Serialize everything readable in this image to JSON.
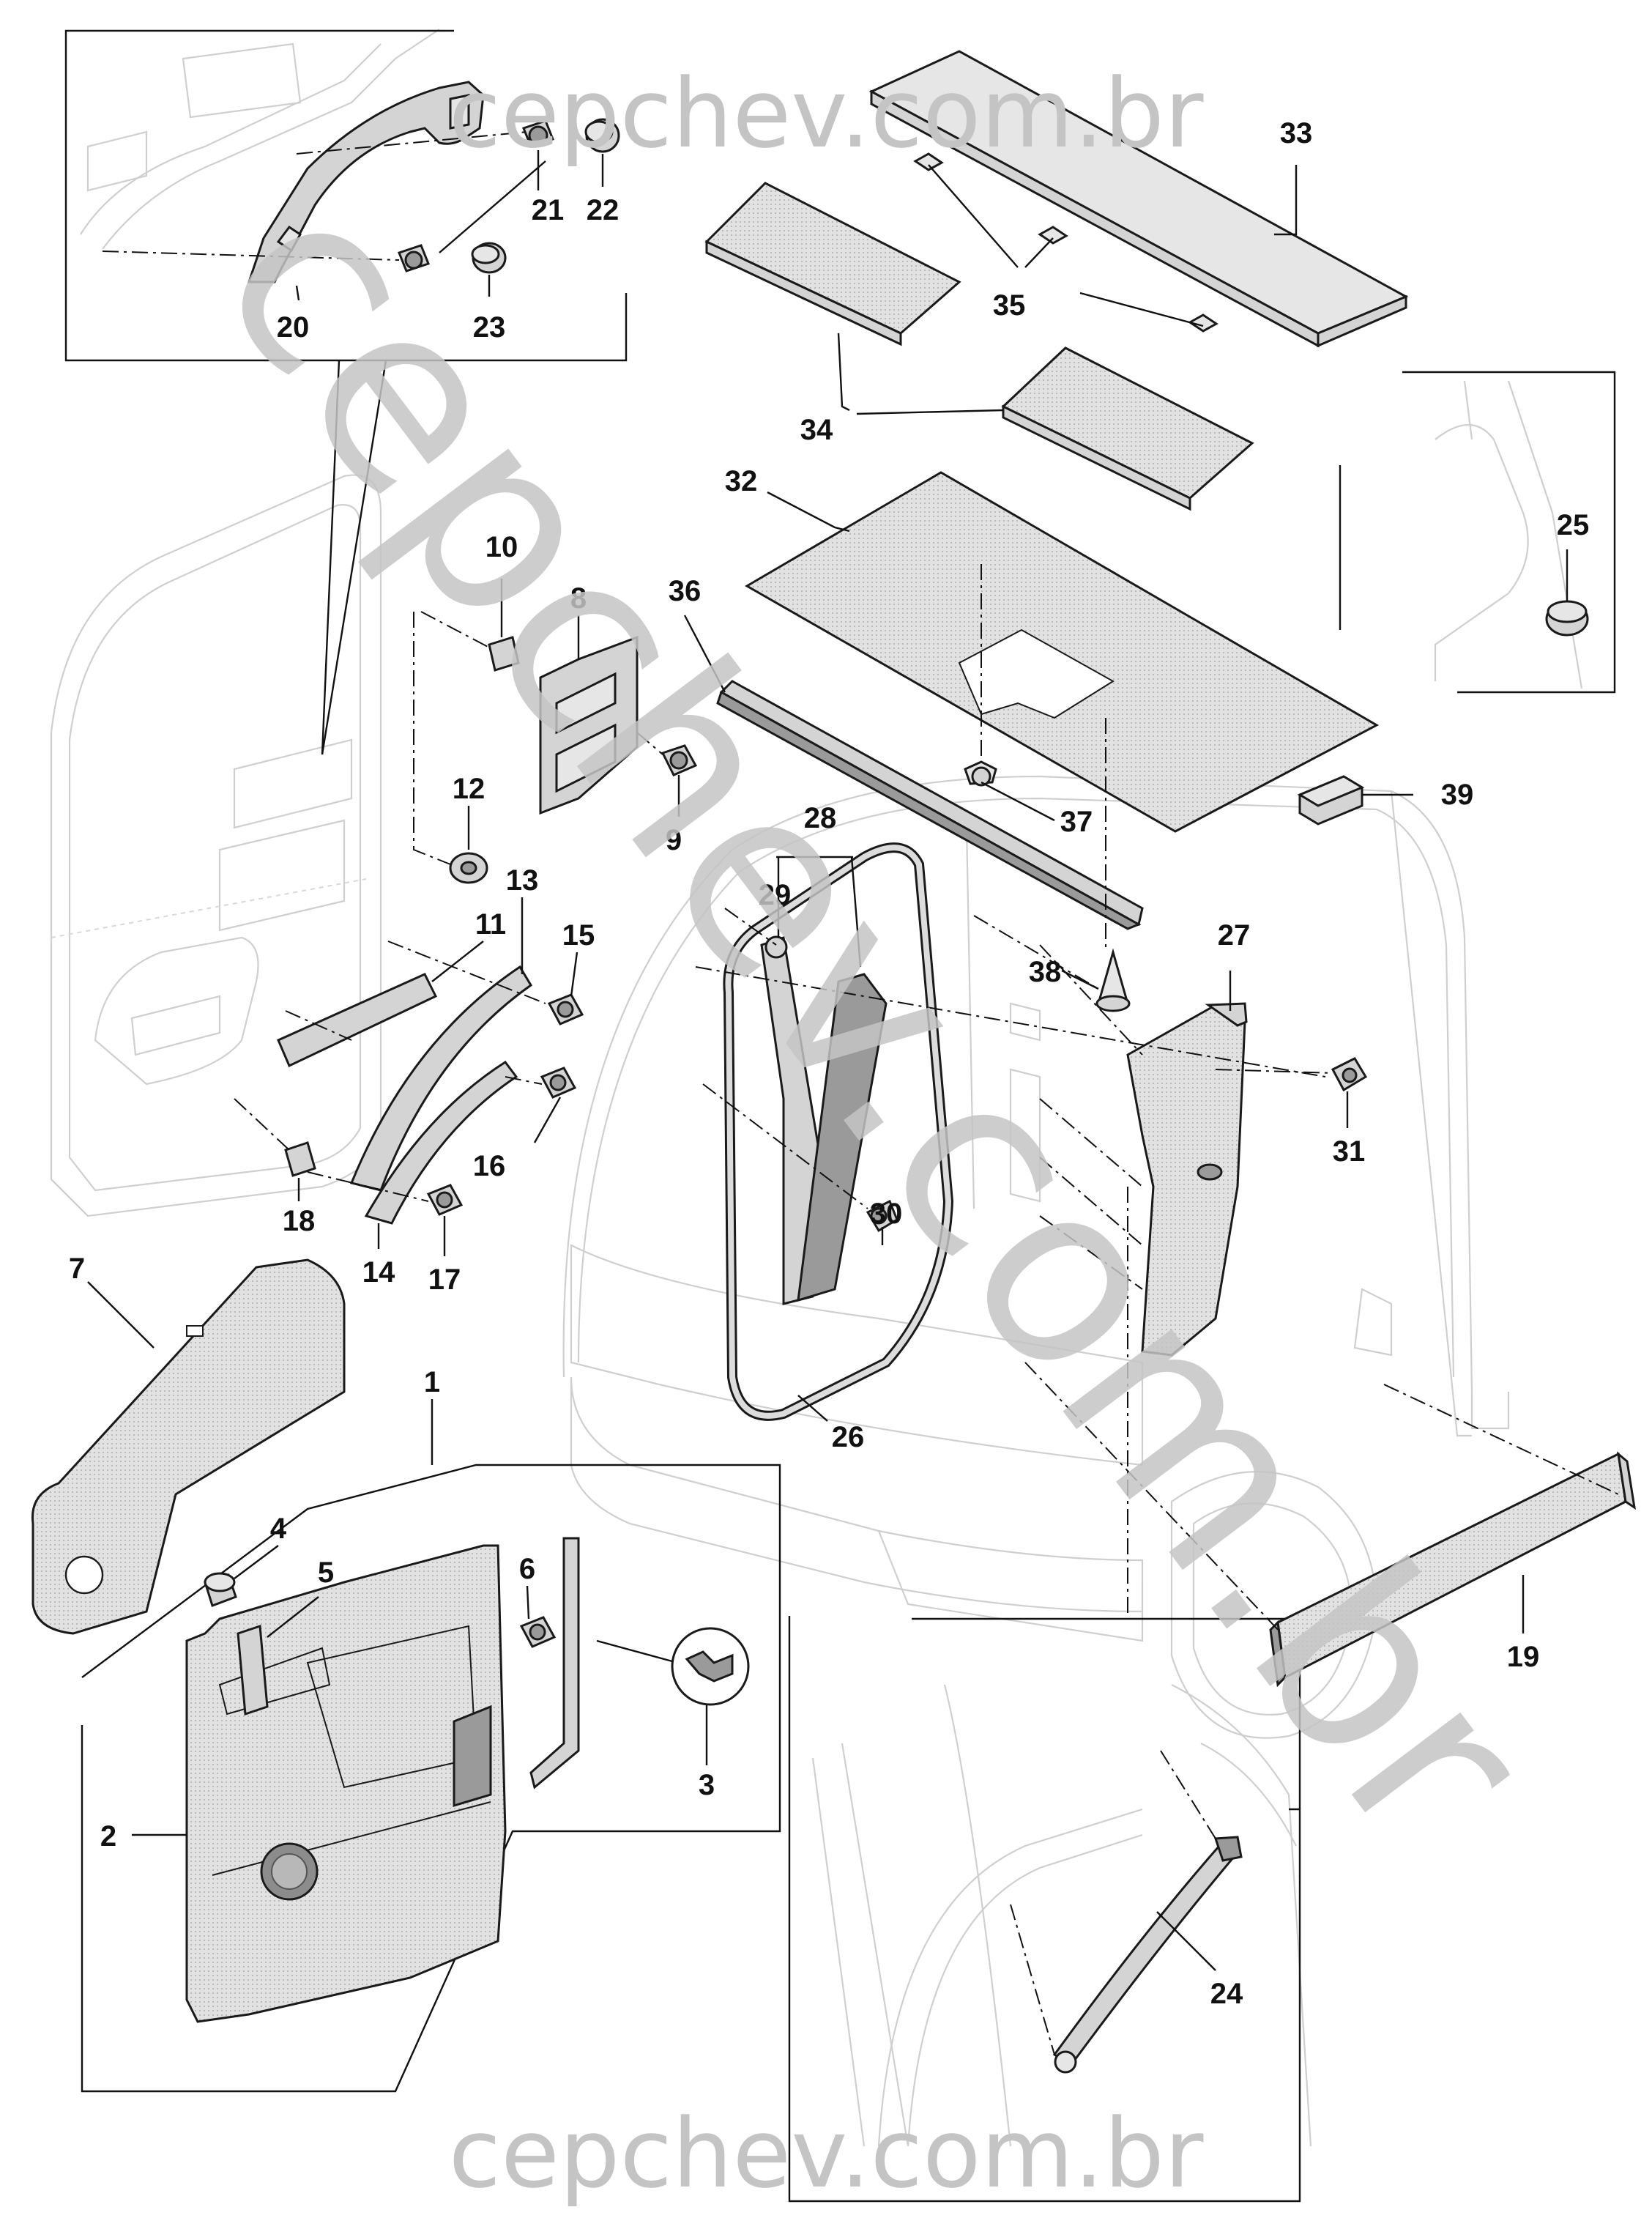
{
  "watermark": {
    "top": "cepchev.com.br",
    "bottom": "cepchev.com.br",
    "diagonal": "cepchev.com.br"
  },
  "callouts": {
    "c1": "1",
    "c2": "2",
    "c3": "3",
    "c4": "4",
    "c5": "5",
    "c6": "6",
    "c7": "7",
    "c8": "8",
    "c9": "9",
    "c10": "10",
    "c11": "11",
    "c12": "12",
    "c13": "13",
    "c14": "14",
    "c15": "15",
    "c16": "16",
    "c17": "17",
    "c18": "18",
    "c19": "19",
    "c20": "20",
    "c21": "21",
    "c22": "22",
    "c23": "23",
    "c24": "24",
    "c25": "25",
    "c26": "26",
    "c27": "27",
    "c28": "28",
    "c29": "29",
    "c30": "30",
    "c31": "31",
    "c32": "32",
    "c33": "33",
    "c34": "34",
    "c35": "35",
    "c36": "36",
    "c37": "37",
    "c38": "38",
    "c39": "39"
  }
}
